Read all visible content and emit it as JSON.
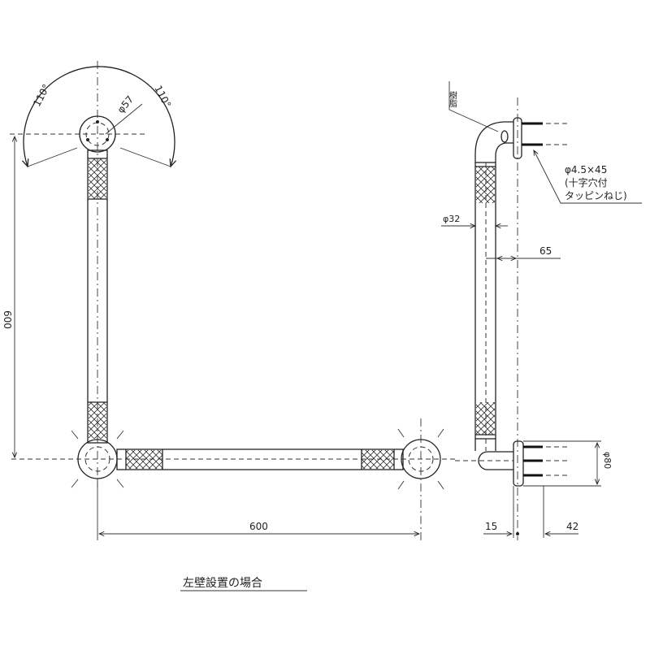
{
  "front_view": {
    "angle_left": "110°",
    "angle_right": "110°",
    "flange_diameter": "φ57",
    "height_dim": "600",
    "width_dim": "600",
    "caption": "左壁設置の場合"
  },
  "side_view": {
    "material_label": "樹脂",
    "screw_spec_line1": "φ4.5×45",
    "screw_spec_line2": "(十字穴付",
    "screw_spec_line3": "タッピンねじ)",
    "pipe_diameter": "φ32",
    "projection_dim": "65",
    "flange_thickness_dim": "15",
    "screw_depth_dim": "42",
    "base_diameter": "φ80"
  }
}
